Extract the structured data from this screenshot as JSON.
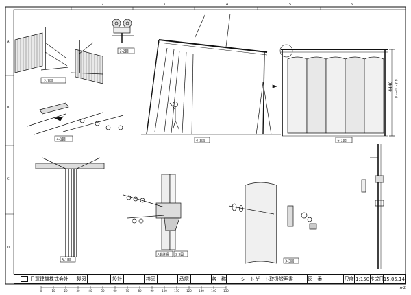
{
  "grid": {
    "columns": [
      "1",
      "2",
      "3",
      "4",
      "5",
      "6"
    ],
    "rows": [
      "A",
      "B",
      "C",
      "D"
    ]
  },
  "dimension": {
    "height": "4440",
    "note": "(レール下より)"
  },
  "detail_tags": [
    "2-1図",
    "2-2図",
    "4-1図",
    "3-1図",
    "3-2図",
    "3-3図",
    "6-1図",
    "A部詳細"
  ],
  "title_block": {
    "company": "日運建機株式会社",
    "seizu_label": "製図",
    "sekkei_label": "設計",
    "kento_label": "検図",
    "shonin_label": "承認",
    "mei_label": "名　称",
    "title": "シートゲート取扱説明書",
    "zuban_label": "図　番",
    "scale_label": "尺度",
    "scale_value": "1:150",
    "date_label": "作成日",
    "date_value": "15.05.14"
  },
  "scale_bar": {
    "ticks": [
      "0",
      "10",
      "20",
      "30",
      "40",
      "50",
      "60",
      "70",
      "80",
      "90",
      "100",
      "110",
      "120",
      "130",
      "140",
      "150"
    ]
  },
  "sheet_no": "A-2"
}
